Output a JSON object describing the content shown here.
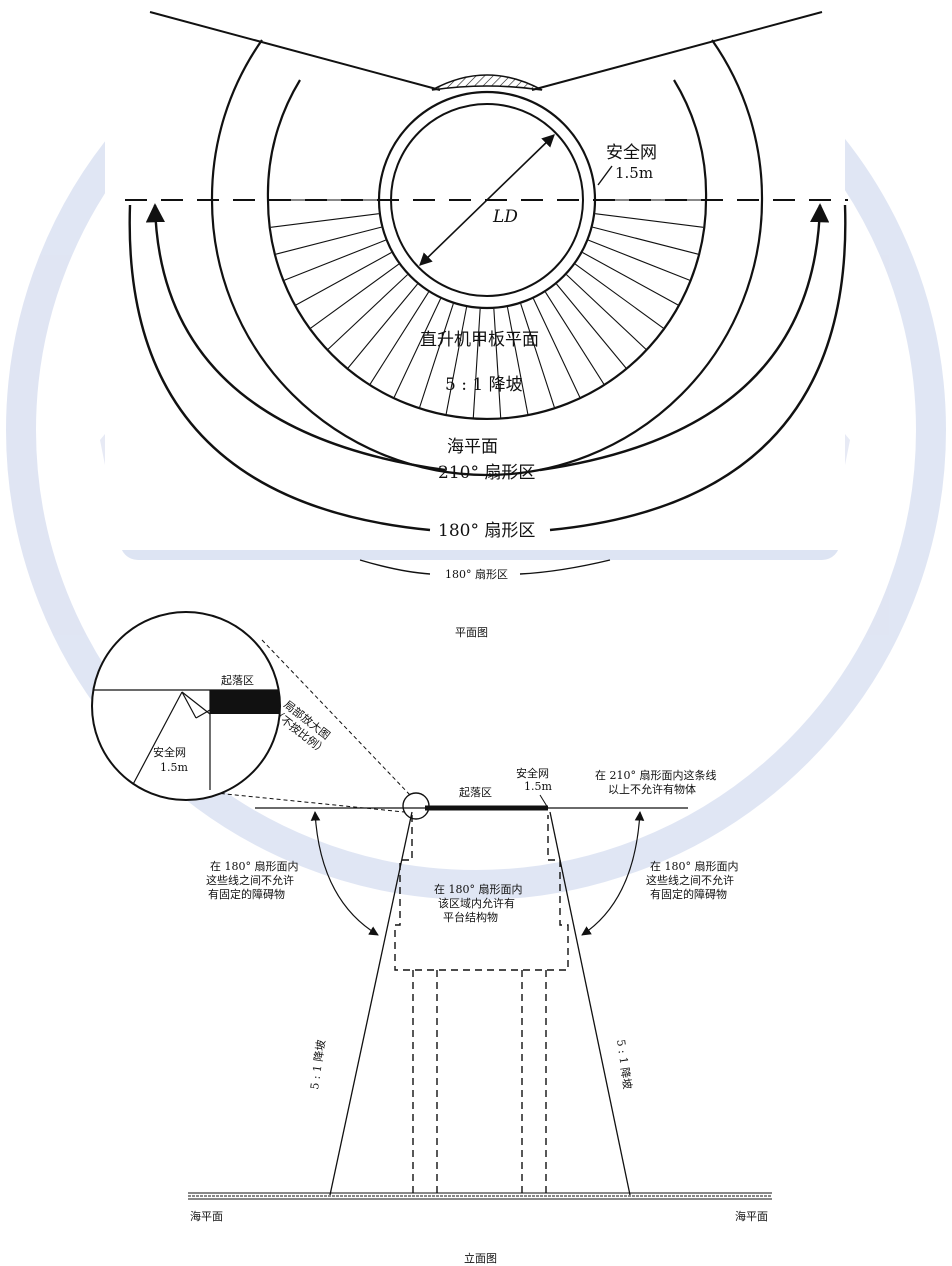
{
  "plan": {
    "safety_net": "安全网",
    "safety_net_width": "1.5m",
    "diameter": "LD",
    "deck_plane": "直升机甲板平面",
    "slope": "5 : 1 降坡",
    "sea_level": "海平面",
    "sector_210": "210°  扇形区",
    "sector_180": "180°  扇形区",
    "sector_180_small": "180°  扇形区",
    "caption": "平面图"
  },
  "elevation": {
    "landing_zone_inset": "起落区",
    "safety_net_inset": "安全网",
    "safety_net_width_inset": "1.5m",
    "magnified_1": "局部放大图",
    "magnified_2": "（不按比例）",
    "landing_zone": "起落区",
    "safety_net": "安全网",
    "safety_net_width": "1.5m",
    "line_210_1": "在 210°  扇形面内这条线",
    "line_210_2": "以上不允许有物体",
    "left_note_1": "在 180°  扇形面内",
    "left_note_2": "这些线之间不允许",
    "left_note_3": "有固定的障碍物",
    "right_note_1": "在 180°  扇形面内",
    "right_note_2": "这些线之间不允许",
    "right_note_3": "有固定的障碍物",
    "center_note_1": "在 180°  扇形面内",
    "center_note_2": "该区域内允许有",
    "center_note_3": "平台结构物",
    "slope_left": "5 : 1 降坡",
    "slope_right": "5 : 1 降坡",
    "sea_left": "海平面",
    "sea_right": "海平面",
    "caption": "立面图"
  },
  "colors": {
    "watermark": "#d9dff0",
    "ink": "#111111"
  }
}
